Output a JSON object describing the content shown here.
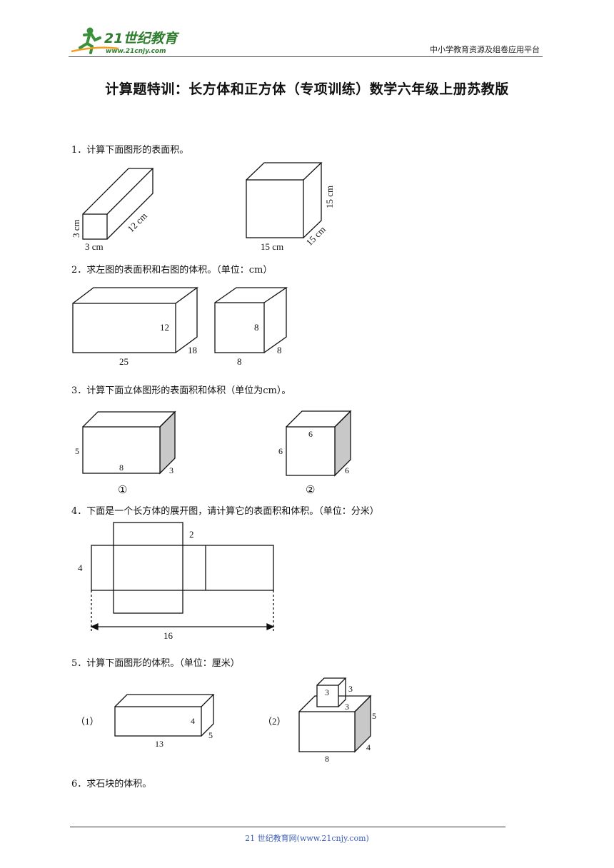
{
  "header": {
    "logo_text": "21世纪教育",
    "logo_url_text": "www.21cnjy.com",
    "right_text": "中小学教育资源及组卷应用平台"
  },
  "title": "计算题特训：长方体和正方体（专项训练）数学六年级上册苏教版",
  "questions": [
    {
      "text": "1．计算下面图形的表面积。",
      "fig1": {
        "height": "3 cm",
        "width": "3 cm",
        "length": "12 cm"
      },
      "fig2": {
        "height": "15 cm",
        "width": "15 cm",
        "depth": "15 cm"
      }
    },
    {
      "text": "2．求左图的表面积和右图的体积。（单位：cm）",
      "fig1": {
        "length": "25",
        "height": "12",
        "width": "18"
      },
      "fig2": {
        "length": "8",
        "height": "8",
        "width": "8"
      }
    },
    {
      "text": "3．计算下面立体图形的表面积和体积（单位为cm）。",
      "fig1": {
        "length": "8",
        "height": "5",
        "width": "3",
        "label": "①"
      },
      "fig2": {
        "top": "6",
        "left": "6",
        "width": "6",
        "label": "②"
      }
    },
    {
      "text": "4．下面是一个长方体的展开图，请计算它的表面积和体积。（单位：分米）",
      "net": {
        "height": "4",
        "top": "2",
        "total": "16"
      }
    },
    {
      "text": "5．计算下面图形的体积。（单位：厘米）",
      "fig1": {
        "label": "（1）",
        "length": "13",
        "height": "4",
        "width": "5"
      },
      "fig2": {
        "label": "（2）",
        "small_front": "3",
        "small_side": "3",
        "small_depth": "3",
        "big_height": "5",
        "big_length": "8",
        "big_width": "4"
      }
    },
    {
      "text": "6．求石块的体积。"
    }
  ],
  "footer": "21 世纪教育网(www.21cnjy.com)"
}
